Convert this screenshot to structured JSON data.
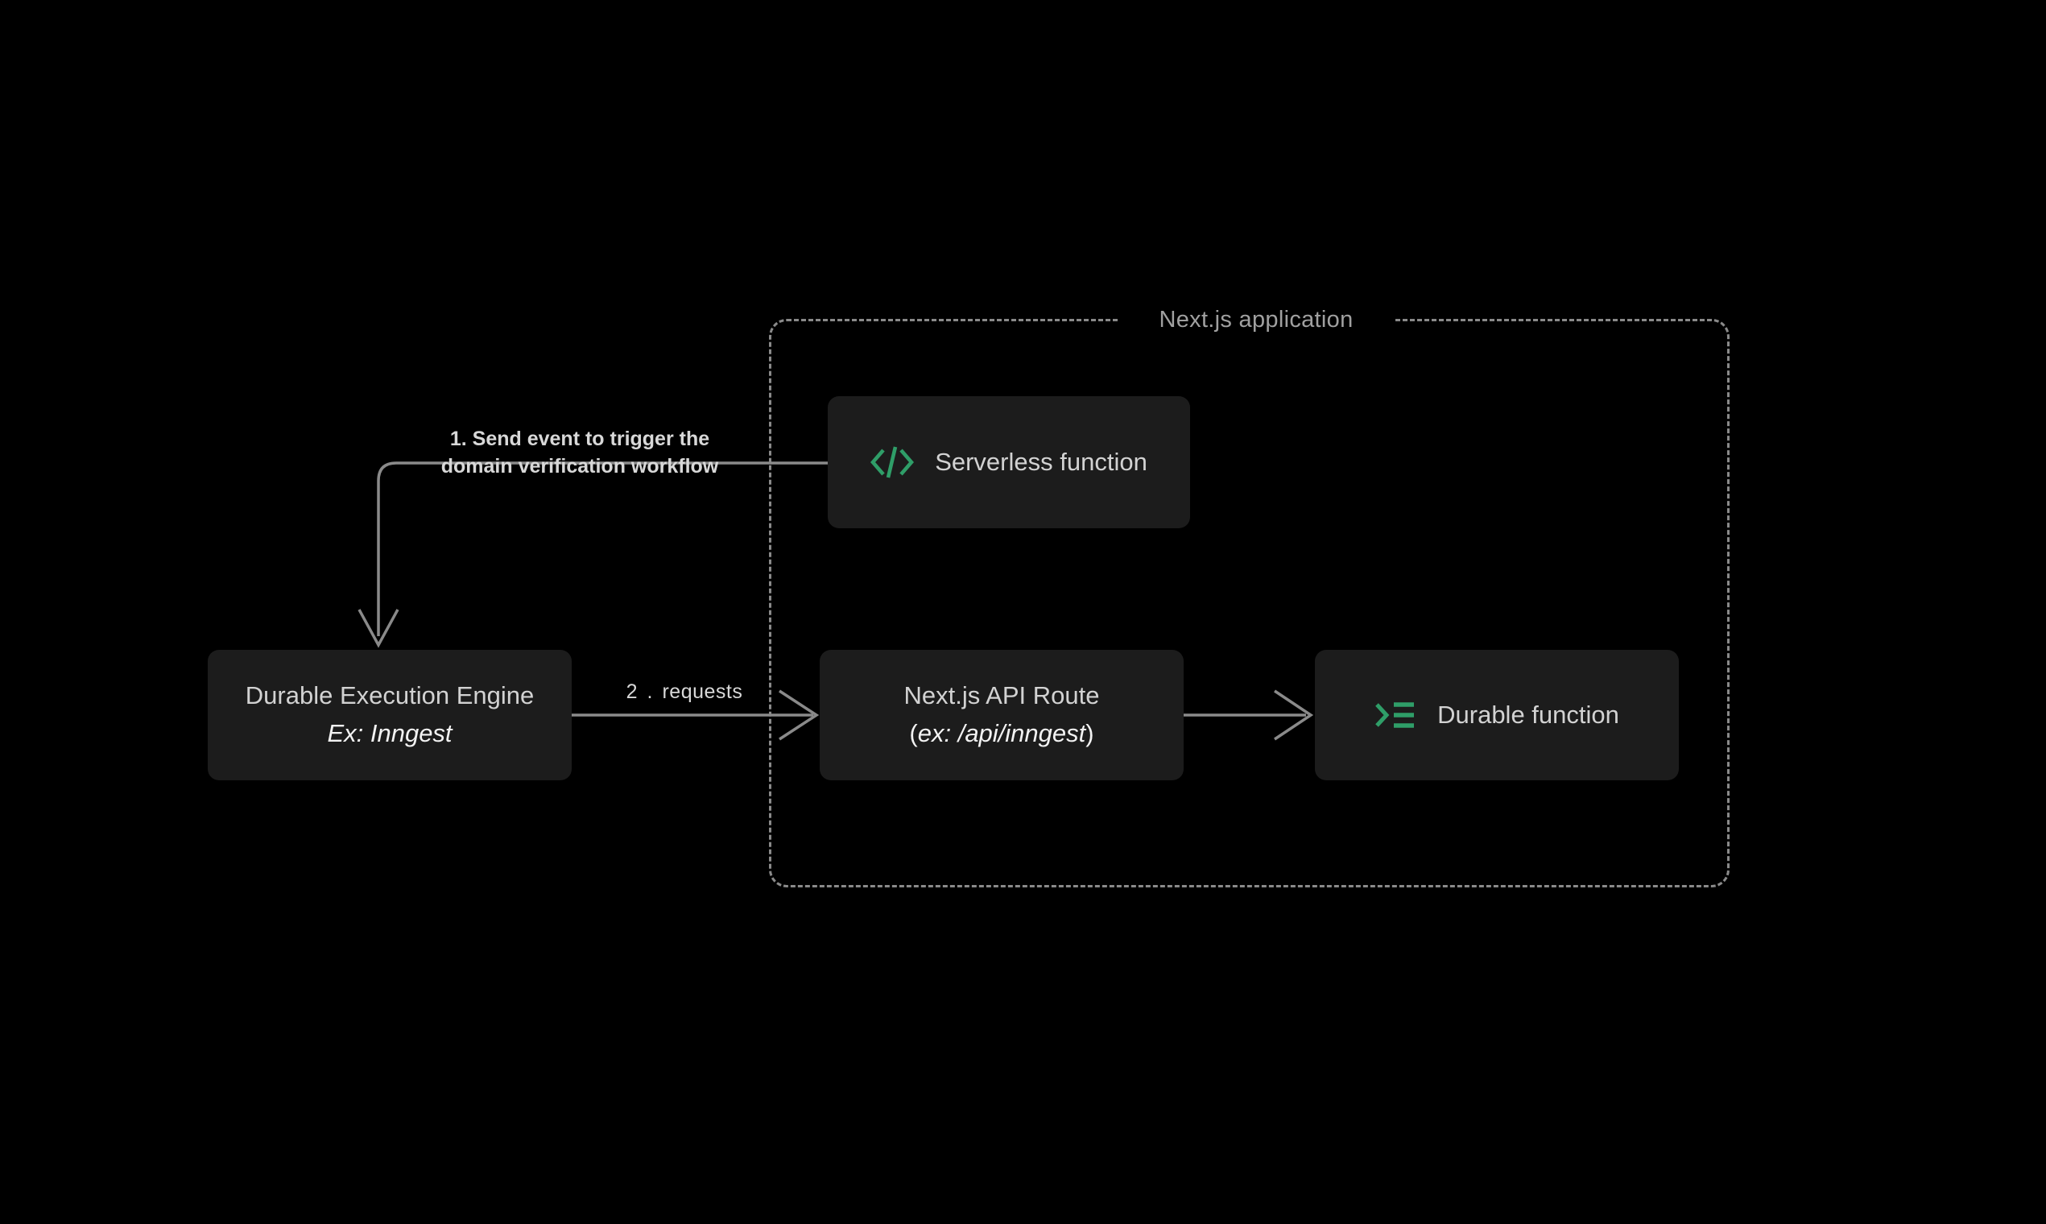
{
  "diagram": {
    "title": "Next.js application architecture with durable execution",
    "background_color": "#000000",
    "node_fill": "#1c1c1c",
    "accent_color": "#2f9e68",
    "line_color": "#8a8a8a",
    "text_color": "#d2d2d2"
  },
  "container": {
    "label": "Next.js application"
  },
  "nodes": {
    "serverless": {
      "label": "Serverless function",
      "icon": "code-brackets-icon"
    },
    "engine": {
      "label": "Durable Execution Engine",
      "sub_label": "Ex: Inngest"
    },
    "api_route": {
      "label": "Next.js API Route",
      "sub_open_paren": "(",
      "sub_label": "ex: /api/inngest",
      "sub_close_paren": ")"
    },
    "durable_function": {
      "label": "Durable function",
      "icon": "terminal-list-icon"
    }
  },
  "edges": {
    "edge1": {
      "label_line1": "1. Send event to trigger the",
      "label_line2": "domain verification workflow"
    },
    "edge2": {
      "number": "2.",
      "label": "requests"
    }
  }
}
